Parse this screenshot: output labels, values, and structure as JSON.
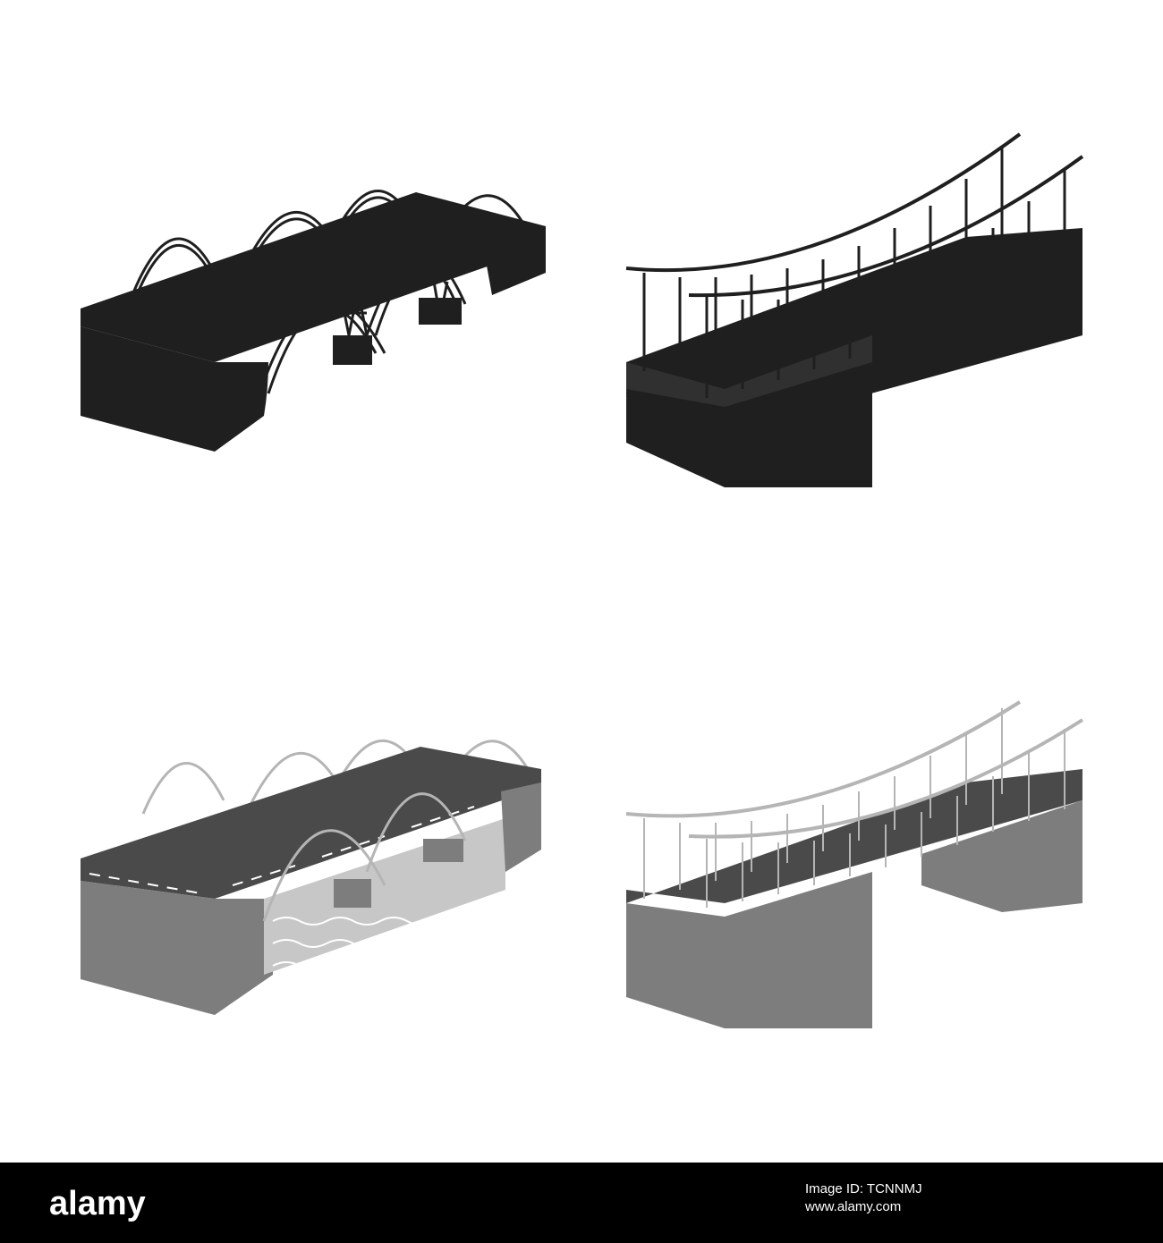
{
  "colors": {
    "solid": "#1f1f1f",
    "mono_dark": "#4a4a4a",
    "mono_mid": "#7d7d7d",
    "mono_light": "#b5b5b5",
    "water": "#c7c7c7",
    "footer_bg": "#000000",
    "footer_text": "#ffffff"
  },
  "icons": [
    {
      "name": "arch-bridge-icon",
      "style": "solid"
    },
    {
      "name": "suspension-bridge-icon",
      "style": "solid"
    },
    {
      "name": "arch-bridge-icon",
      "style": "monochrome"
    },
    {
      "name": "suspension-bridge-icon",
      "style": "monochrome"
    }
  ],
  "footer": {
    "logo_text": "alamy",
    "image_id_label": "Image ID: TCNNMJ",
    "site": "www.alamy.com"
  }
}
